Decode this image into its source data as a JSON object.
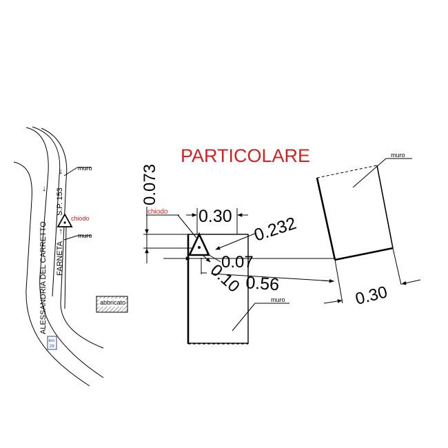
{
  "title": "PARTICOLARE",
  "colors": {
    "title": "#d42020",
    "nail_label": "#d42020",
    "km_box": "#2a3fae",
    "ink": "#000000"
  },
  "map": {
    "muro_top": "muro",
    "muro_bottom": "muro",
    "chiodo": "chiodo",
    "road_name": "ALESSANDRIA DEL CARRETTO",
    "road_arrow": "←",
    "sp_label": "S.P. 153",
    "sp_arrow": "←",
    "farneta": "FARNETA",
    "farneta_arrow": "→",
    "abbricato": "abbricato",
    "km_line1": "km",
    "km_line2": "29"
  },
  "detail": {
    "chiodo": "chiodo",
    "muro_main": "muro",
    "muro_right": "muro",
    "dim_0_073": "0.073",
    "dim_0_30_top": "0.30",
    "dim_0_232": "0.232",
    "dim_0_07": "0.07",
    "dim_0_10": "0.10",
    "dim_0_56": "0.56",
    "dim_0_30_bottom": "0.30"
  }
}
